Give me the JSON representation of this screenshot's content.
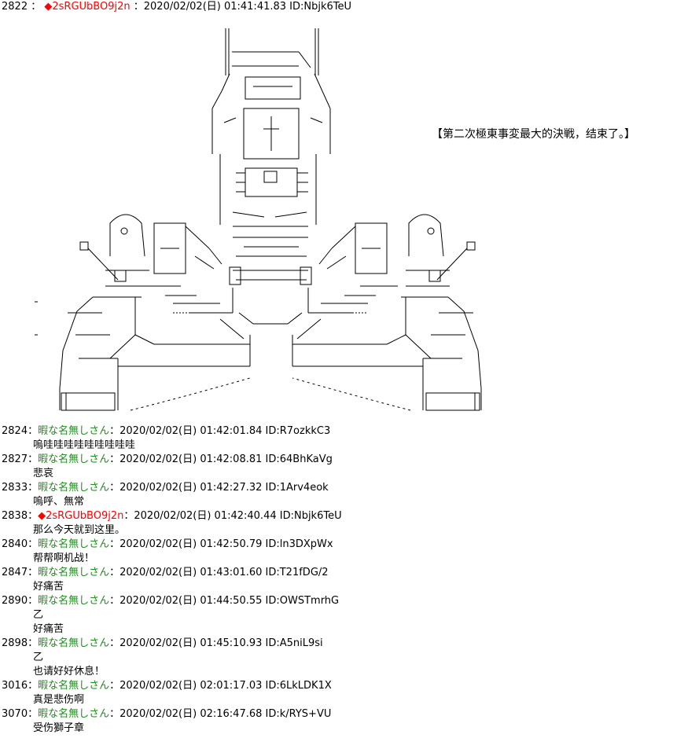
{
  "first_post": {
    "number": "2822",
    "sep": "：",
    "diamond": "◆",
    "name": "2sRGUbBO9j2n",
    "meta": "：2020/02/02(日) 01:41:41.83 ID:Nbjk6TeU"
  },
  "caption": "【第二次極東事変最大的決戦，结束了。】",
  "posts": [
    {
      "number": "2824",
      "name": "暇な名無しさん",
      "trip": false,
      "meta": "：2020/02/02(日) 01:42:01.84 ID:R7ozkkC3",
      "lines": [
        "嗚哇哇哇哇哇哇哇哇哇"
      ]
    },
    {
      "number": "2827",
      "name": "暇な名無しさん",
      "trip": false,
      "meta": "：2020/02/02(日) 01:42:08.81 ID:64BhKaVg",
      "lines": [
        "悲哀"
      ]
    },
    {
      "number": "2833",
      "name": "暇な名無しさん",
      "trip": false,
      "meta": "：2020/02/02(日) 01:42:27.32 ID:1Arv4eok",
      "lines": [
        "嗚呼、無常"
      ]
    },
    {
      "number": "2838",
      "name": "◆2sRGUbBO9j2n",
      "trip": true,
      "meta": "：2020/02/02(日) 01:42:40.44 ID:Nbjk6TeU",
      "lines": [
        "那么今天就到这里。"
      ]
    },
    {
      "number": "2840",
      "name": "暇な名無しさん",
      "trip": false,
      "meta": "：2020/02/02(日) 01:42:50.79 ID:ln3DXpWx",
      "lines": [
        "帮帮啊机战！"
      ]
    },
    {
      "number": "2847",
      "name": "暇な名無しさん",
      "trip": false,
      "meta": "：2020/02/02(日) 01:43:01.60 ID:T21fDG/2",
      "lines": [
        "好痛苦"
      ]
    },
    {
      "number": "2890",
      "name": "暇な名無しさん",
      "trip": false,
      "meta": "：2020/02/02(日) 01:44:50.55 ID:OWSTmrhG",
      "lines": [
        "乙",
        "好痛苦"
      ]
    },
    {
      "number": "2898",
      "name": "暇な名無しさん",
      "trip": false,
      "meta": "：2020/02/02(日) 01:45:10.93 ID:A5niL9si",
      "lines": [
        "乙",
        "也请好好休息！"
      ]
    },
    {
      "number": "3016",
      "name": "暇な名無しさん",
      "trip": false,
      "meta": "：2020/02/02(日) 02:01:17.03 ID:6LkLDK1X",
      "lines": [
        "真是悲伤啊"
      ]
    },
    {
      "number": "3070",
      "name": "暇な名無しさん",
      "trip": false,
      "meta": "：2020/02/02(日) 02:16:47.68 ID:k/RYS+VU",
      "lines": [
        "受伤獅子章"
      ]
    }
  ]
}
